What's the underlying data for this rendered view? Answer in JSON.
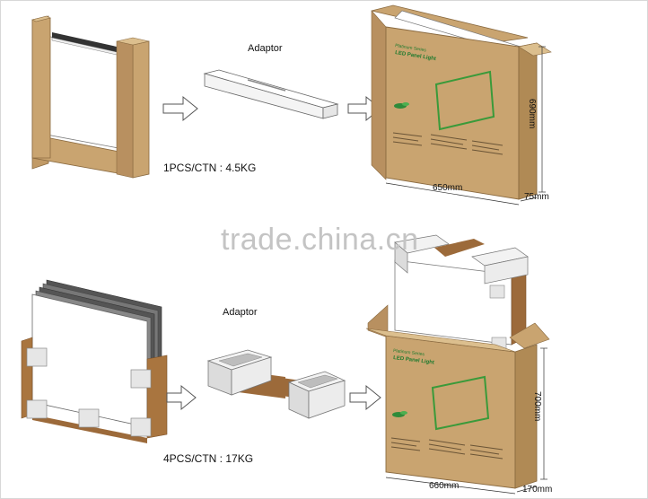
{
  "watermark": "trade.china.cn",
  "row1": {
    "adaptor_label": "Adaptor",
    "caption": "1PCS/CTN : 4.5KG",
    "box": {
      "series": "Platinum Series",
      "product": "LED Panel Light",
      "height": "690mm",
      "width": "650mm",
      "depth": "75mm"
    }
  },
  "row2": {
    "adaptor_label": "Adaptor",
    "caption": "4PCS/CTN : 17KG",
    "box": {
      "series": "Platinum Series",
      "product": "LED Panel Light",
      "height": "700mm",
      "width": "660mm",
      "depth": "170mm"
    }
  },
  "colors": {
    "cardboard": "#c9a470",
    "cardboard_dark": "#b08a55",
    "strap": "#9c6a3a",
    "panel": "#ffffff",
    "accent_green": "#3a9a3a"
  }
}
